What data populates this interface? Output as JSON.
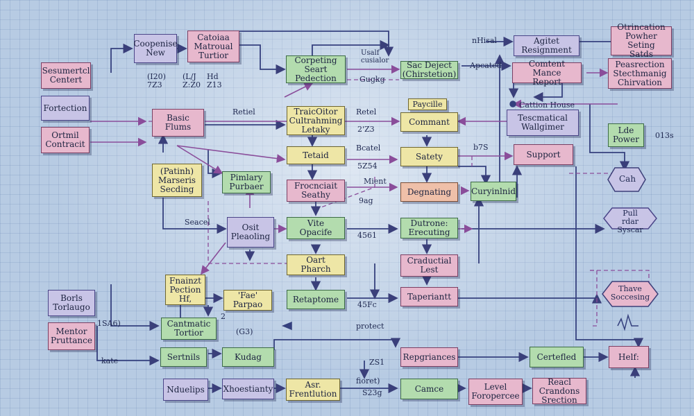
{
  "nodes": {
    "n1": "Coopenise\nNew",
    "n2": "Catoiaa\nMatroual\nTurtior",
    "n3": "Corpeting\nSeart\nPedection",
    "n4": "Sac Deject\n(Chirstetion)",
    "n5": "Agitet\nResignment",
    "n6": "Otrincation\nPowher Seting\nSatds",
    "n7": "Sesumertcl\nCentert",
    "n8": "Comtent Mance\nReport",
    "n9": "Peasrection\nStecthmanig\nChirvation",
    "n10": "Fortection",
    "n11": "Basic\nFlums",
    "n12": "TraicOitor\nCultrahming\nLetaky",
    "n13": "Paycille",
    "n14": "Commant",
    "n15": "Tescmatical\nWallgimer",
    "n16": "Ortmil\nContracit",
    "n17": "Lde\nPower",
    "n18": "Tetaid",
    "n19": "Satety",
    "n20": "Support",
    "n21": "(Patinh)\nMarseris\nSecding",
    "n22": "Pimlary\nPurbaer",
    "n23": "Frocnciait\nSeathy",
    "n24": "Degnating",
    "n25": "Curyinlnid",
    "n26": "Cah",
    "n27": "Osit\nPleaoling",
    "n28": "Vite\nOpacife",
    "n29": "Dutrone:\nErecuting",
    "n30": "Pull\nrdar Syscar",
    "n31": "Oart\nPharch",
    "n32": "Craductial\nLest",
    "n33": "Fnainzt\nPection\nHf,",
    "n34": "'Fae'\nParpao",
    "n35": "Retaptome",
    "n36": "Taperiantt",
    "n37": "Thave\nSoccesing",
    "n38": "Borls\nTorlaugo",
    "n39": "Mentor\nPruttance",
    "n40": "Cantmatic\nTortior",
    "n41": "Sertnils",
    "n42": "Kudag",
    "n43": "Repgriances",
    "n44": "Certefled",
    "n45": "Helf:",
    "n46": "Nduelips",
    "n47": "Xhoestianty",
    "n48": "Asr.\nFrentlution",
    "n49": "Camce",
    "n50": "Level\nForopercee",
    "n51": "Reacl\nCrandons\nSrection"
  },
  "labels": {
    "l1": "nHisal",
    "l2": "Usalf\ncusialor",
    "l3": "Apcated",
    "l4": "Gugkg",
    "l5": "(I20)\n7Z3",
    "l6": "(L/J\nZ:Z0",
    "l7": "Hd\nZ13",
    "l8": "Retiel",
    "l9": "Retel",
    "l10": "2'Z3",
    "l11": "Cattion House",
    "l12": "Bcatel",
    "l13": "b7S",
    "l14": "5Z54",
    "l15": "Mient",
    "l16": "9ag",
    "l17": "Seacel",
    "l18": "4561",
    "l19": "45Fc",
    "l20": "2",
    "l21": "(G3)",
    "l22": "protect",
    "l23": "1SA6)",
    "l24": "kate",
    "l25": "ZS1",
    "l26": "fioret)",
    "l27": "S23g",
    "l28": "013s"
  }
}
